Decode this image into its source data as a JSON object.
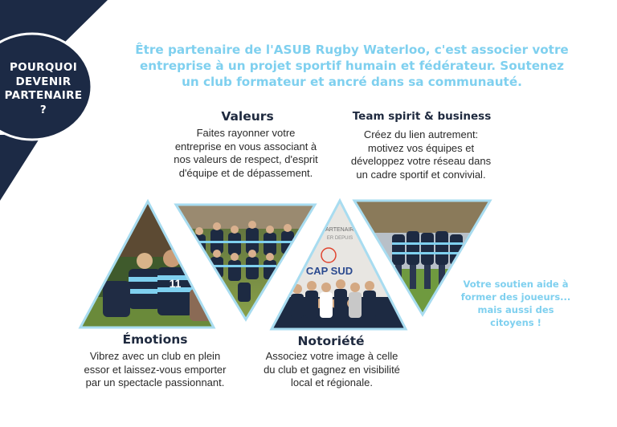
{
  "colors": {
    "navy": "#1c2a45",
    "light_blue": "#7fd0ef",
    "triangle_border": "#a8dcf0"
  },
  "badge": {
    "lines": [
      "POURQUOI",
      "DEVENIR",
      "PARTENAIRE",
      "?"
    ]
  },
  "intro": "Être partenaire de l'ASUB Rugby Waterloo, c'est associer votre entreprise à un projet sportif  humain et fédérateur. Soutenez un club formateur et ancré dans sa communauté.",
  "blocks": {
    "valeurs": {
      "title": "Valeurs",
      "text": "Faites rayonner votre entreprise en vous associant à nos valeurs de respect, d'esprit d'équipe et de dépassement."
    },
    "team_spirit": {
      "title": "Team spirit & business",
      "text": "Créez du lien autrement: motivez vos équipes et développez votre réseau dans un cadre sportif et convivial."
    },
    "emotions": {
      "title": "Émotions",
      "text": "Vibrez avec un club en plein essor et laissez-vous emporter par un spectacle passionnant."
    },
    "notoriete": {
      "title": "Notoriété",
      "text": "Associez votre image à celle du club et gagnez en visibilité local et régionale."
    }
  },
  "photo_texts": {
    "jersey_number": "11",
    "banner_small": "PARTENAIRE",
    "banner_sub": "ER DEPUIS",
    "banner_main": "CAP SUD"
  },
  "side_note": "Votre soutien aide à former des joueurs... mais aussi des citoyens !"
}
